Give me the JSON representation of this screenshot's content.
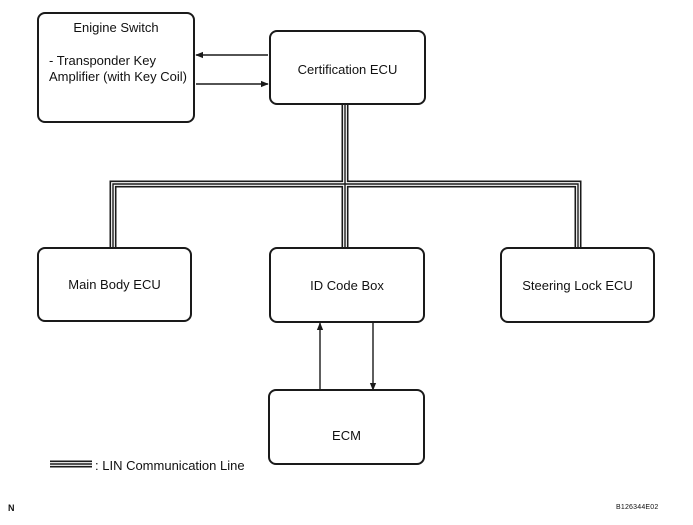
{
  "engine_switch": {
    "title": "Enigine Switch",
    "line1": "- Transponder Key",
    "line2": "Amplifier (with Key Coil)"
  },
  "certification_ecu": {
    "label": "Certification ECU"
  },
  "main_body_ecu": {
    "label": "Main Body ECU"
  },
  "id_code_box": {
    "label": "ID Code Box"
  },
  "steering_lock_ecu": {
    "label": "Steering Lock ECU"
  },
  "ecm": {
    "label": "ECM"
  },
  "legend": {
    "label": ": LIN Communication Line"
  },
  "corner": {
    "left_mark": "N",
    "figure_code": "B126344E02"
  }
}
